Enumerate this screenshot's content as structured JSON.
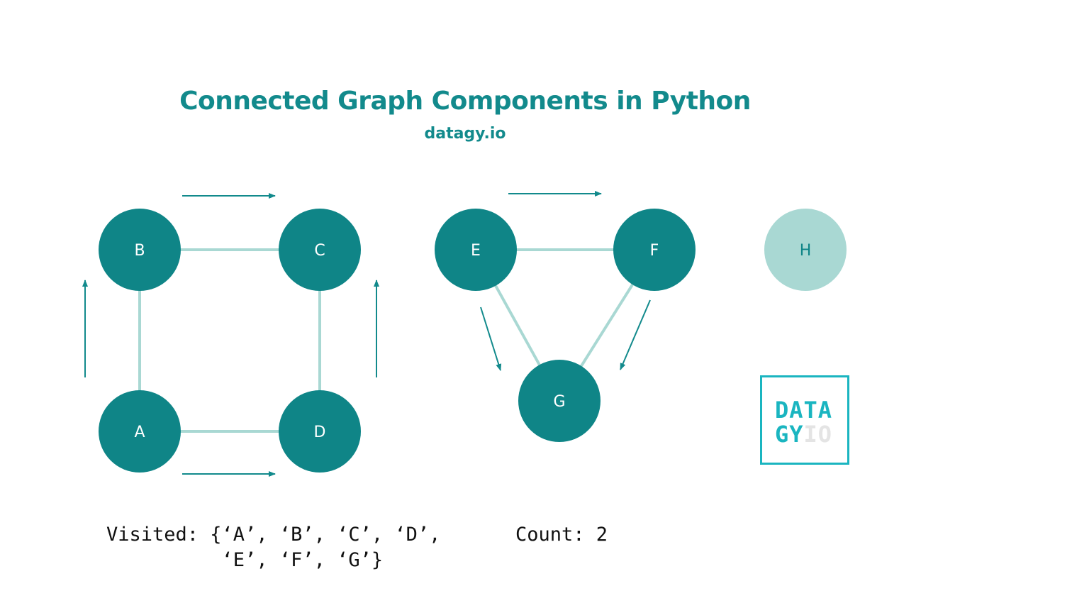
{
  "title": "Connected Graph Components in Python",
  "subtitle": "datagy.io",
  "colors": {
    "node": "#0f8587",
    "node_unvisited": "#a9d8d3",
    "edge": "#a9d8d3",
    "arrow": "#128a8c",
    "title": "#128a8c",
    "logo": "#1ab5c0"
  },
  "nodes": [
    {
      "id": "A",
      "label": "A",
      "visited": true
    },
    {
      "id": "B",
      "label": "B",
      "visited": true
    },
    {
      "id": "C",
      "label": "C",
      "visited": true
    },
    {
      "id": "D",
      "label": "D",
      "visited": true
    },
    {
      "id": "E",
      "label": "E",
      "visited": true
    },
    {
      "id": "F",
      "label": "F",
      "visited": true
    },
    {
      "id": "G",
      "label": "G",
      "visited": true
    },
    {
      "id": "H",
      "label": "H",
      "visited": false
    }
  ],
  "edges": [
    {
      "from": "B",
      "to": "C"
    },
    {
      "from": "A",
      "to": "B"
    },
    {
      "from": "C",
      "to": "D"
    },
    {
      "from": "A",
      "to": "D"
    },
    {
      "from": "E",
      "to": "F"
    },
    {
      "from": "E",
      "to": "G"
    },
    {
      "from": "F",
      "to": "G"
    }
  ],
  "traversal_arrows": [
    {
      "from": "A",
      "to": "B"
    },
    {
      "from": "B",
      "to": "C"
    },
    {
      "from": "D",
      "to": "C"
    },
    {
      "from": "A",
      "to": "D"
    },
    {
      "from": "E",
      "to": "F"
    },
    {
      "from": "E",
      "to": "G"
    },
    {
      "from": "F",
      "to": "G"
    }
  ],
  "visited_line1": "Visited: {‘A’, ‘B’, ‘C’, ‘D’,",
  "visited_line2": "          ‘E’, ‘F’, ‘G’}",
  "count_text": "Count: 2",
  "logo": {
    "line1": "DATA",
    "line2_a": "GY",
    "line2_b": "IO"
  }
}
